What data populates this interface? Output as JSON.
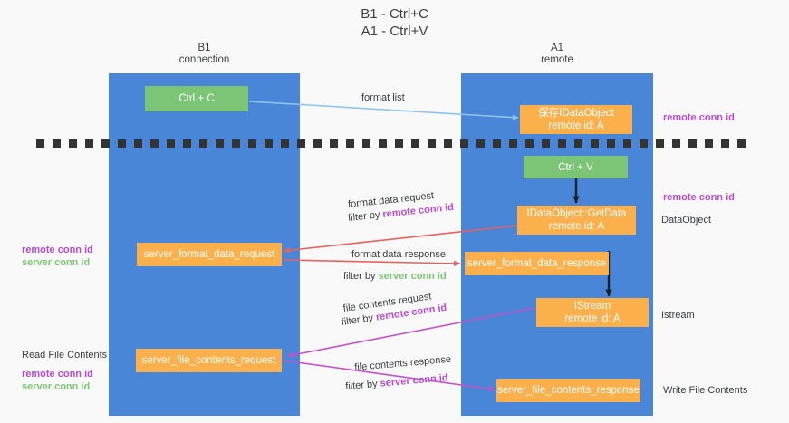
{
  "title": {
    "line1": "B1 - Ctrl+C",
    "line2": "A1 - Ctrl+V"
  },
  "columns": [
    {
      "name": "B1",
      "sub": "connection"
    },
    {
      "name": "A1",
      "sub": "remote"
    }
  ],
  "colors": {
    "lane": "#4a86d8",
    "green_box": "#7cc576",
    "orange_box": "#fbb04c",
    "remote_conn_id": "#b94bd4",
    "server_conn_id": "#7cc576",
    "format_arrow": "#8ec5ef",
    "data_arrow": "#e8615f",
    "stream_arrow": "#c councils"
  },
  "boxes": {
    "ctrl_c": "Ctrl + C",
    "ctrl_v": "Ctrl + V",
    "save_idataobject": "保存IDataObject\nremote id: A",
    "get_data": "IDataObject::GetData\nremote id: A",
    "server_format_data_request": "server_format_data_request",
    "server_format_data_response": "server_format_data_response",
    "istream": "IStream\nremote id: A",
    "server_file_contents_request": "server_file_contents_request",
    "server_file_contents_response": "server_file_contents_response"
  },
  "edge_labels": {
    "format_list": "format list",
    "format_data_request": "format data request",
    "format_data_request_filter_prefix": "filter by ",
    "format_data_request_filter_value": "remote conn id",
    "format_data_response": "format data response",
    "format_data_response_filter_prefix": "filter by ",
    "format_data_response_filter_value": "server conn id",
    "file_contents_request": "file contents request",
    "file_contents_request_filter_prefix": "filter by ",
    "file_contents_request_filter_value": "remote conn id",
    "file_contents_response": "file contents response",
    "file_contents_response_filter_prefix": "filter by ",
    "file_contents_response_filter_value": "server conn id"
  },
  "side_labels": {
    "right_top_remote_conn_id": "remote conn id",
    "right_mid_remote_conn_id": "remote conn id",
    "right_dataobject": "DataObject",
    "right_istream": "Istream",
    "right_write_file_contents": "Write File Contents",
    "left_remote_conn_id": "remote conn id",
    "left_server_conn_id": "server conn id",
    "left_read_file_contents": "Read File Contents",
    "left_file_remote_conn_id": "remote conn id",
    "left_file_server_conn_id": "server conn id"
  }
}
